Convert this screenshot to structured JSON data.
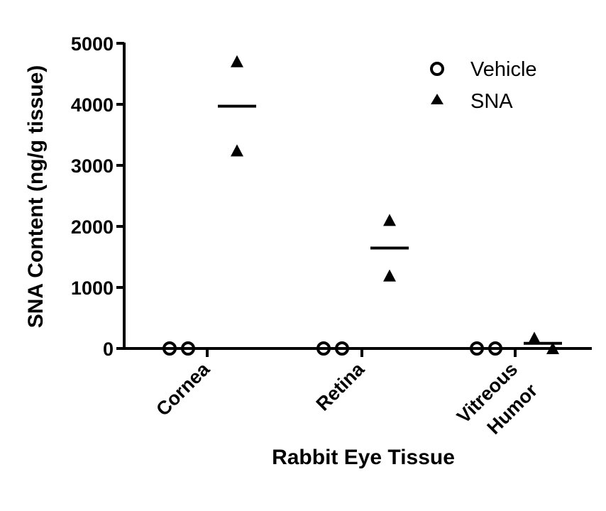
{
  "chart_data": {
    "type": "scatter",
    "title": "",
    "xlabel": "Rabbit Eye Tissue",
    "ylabel": "SNA Content (ng/g tissue)",
    "ylim": [
      0,
      5000
    ],
    "yticks": [
      0,
      1000,
      2000,
      3000,
      4000,
      5000
    ],
    "categories": [
      "Cornea",
      "Retina",
      "Vitreous Humor"
    ],
    "category_labels": [
      [
        "Cornea"
      ],
      [
        "Retina"
      ],
      [
        "Vitreous",
        "Humor"
      ]
    ],
    "legend": {
      "position": "top-right",
      "entries": [
        "Vehicle",
        "SNA"
      ]
    },
    "grid": false,
    "series": [
      {
        "name": "Vehicle",
        "marker": "open-circle",
        "values": [
          [
            0,
            0
          ],
          [
            0,
            0
          ],
          [
            0,
            0
          ]
        ],
        "mean": [
          0,
          0,
          0
        ]
      },
      {
        "name": "SNA",
        "marker": "filled-triangle",
        "values": [
          [
            4700,
            3240
          ],
          [
            2100,
            1190
          ],
          [
            170,
            0
          ]
        ],
        "mean": [
          3970,
          1645,
          85
        ]
      }
    ]
  },
  "axis": {
    "y_ticks": [
      "0",
      "1000",
      "2000",
      "3000",
      "4000",
      "5000"
    ],
    "x_title": "Rabbit Eye Tissue",
    "y_title": "SNA Content (ng/g tissue)"
  },
  "legend": {
    "vehicle": "Vehicle",
    "sna": "SNA"
  },
  "colors": {
    "ink": "#000000",
    "background": "#ffffff"
  }
}
